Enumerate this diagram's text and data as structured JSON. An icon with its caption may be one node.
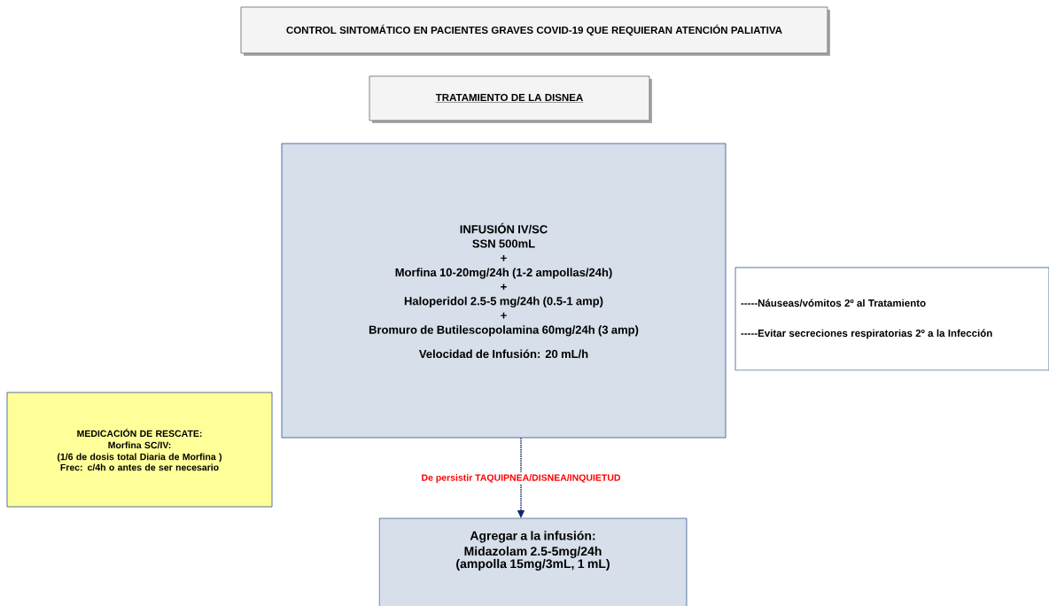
{
  "diagram": {
    "nodes": [
      {
        "text": [
          "CONTROL SINTOMÁTICO EN PACIENTES GRAVES  COVID-19 QUE REQUIERAN ATENCIÓN PALIATIVA"
        ]
      },
      {
        "text": [
          "TRATAMIENTO DE LA DISNEA"
        ]
      },
      {
        "text": [
          "INFUSIÓN IV/SC",
          "SSN 500mL",
          "+",
          "Morfina 10-20mg/24h (1-2 ampollas/24h)",
          "+",
          "Haloperidol 2.5-5 mg/24h (0.5-1 amp)",
          "+",
          "Bromuro de Butilescopolamina 60mg/24h (3 amp)",
          "Velocidad de Infusión: 20 mL/h"
        ]
      },
      {
        "text": [
          "-----Náuseas/vómitos 2º al Tratamiento",
          "-----Evitar secreciones respiratorias 2º a la Infección"
        ]
      },
      {
        "text": [
          "MEDICACIÓN DE RESCATE:",
          "Morfina SC/IV:",
          "(1/6 de dosis total Diaria de Morfina )",
          "Frec: c/4h o antes de ser necesario"
        ]
      },
      {
        "text": [
          "Agregar a la infusión:",
          "Midazolam 2.5-5mg/24h",
          "(ampolla 15mg/3mL, 1 mL)"
        ]
      }
    ],
    "edges": [
      {
        "from": 2,
        "to": 5,
        "arrow": "to",
        "style": "dashed",
        "label": "De persistir TAQUIPNEA/DISNEA/INQUIETUD"
      }
    ]
  }
}
